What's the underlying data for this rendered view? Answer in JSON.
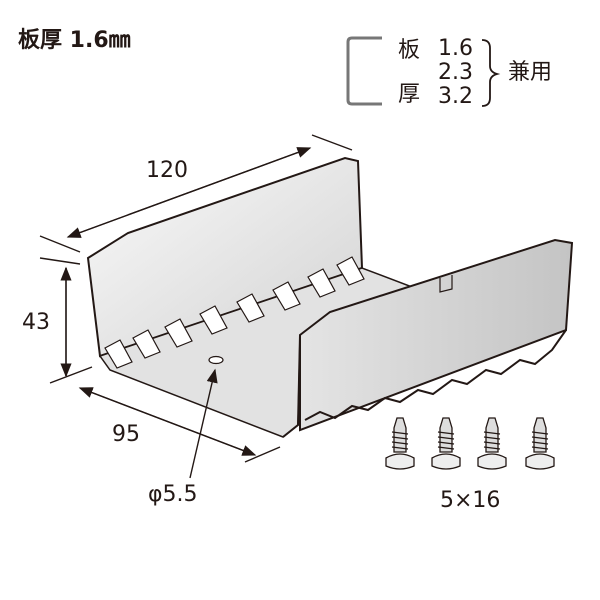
{
  "title": "板厚 1.6㎜",
  "legend": {
    "thickness_label_top": "板",
    "thickness_label_bottom": "厚",
    "values": [
      "1.6",
      "2.3",
      "3.2"
    ],
    "shared_label": "兼用"
  },
  "dimensions": {
    "length": "120",
    "height": "43",
    "width": "95",
    "hole": "φ5.5"
  },
  "screw_spec": "5×16",
  "colors": {
    "line": "#231815",
    "metal_light": "#f4f4f4",
    "metal_dark": "#c9c9c9"
  }
}
